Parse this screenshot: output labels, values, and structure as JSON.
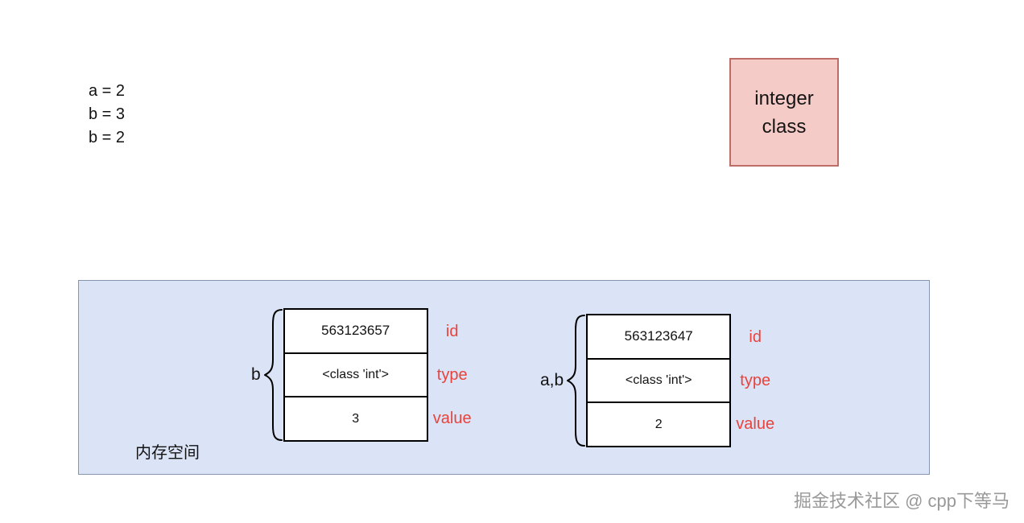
{
  "code": {
    "lines": [
      "a = 2",
      "b = 3",
      "b = 2"
    ]
  },
  "class_box": {
    "line1": "integer",
    "line2": "class"
  },
  "memory": {
    "label": "内存空间",
    "objects": [
      {
        "var": "b",
        "id": "563123657",
        "type": "<class 'int'>",
        "value": "3",
        "field_labels": [
          "id",
          "type",
          "value"
        ]
      },
      {
        "var": "a,b",
        "id": "563123647",
        "type": "<class 'int'>",
        "value": "2",
        "field_labels": [
          "id",
          "type",
          "value"
        ]
      }
    ]
  },
  "watermark": "掘金技术社区 @ cpp下等马",
  "colors": {
    "memory_fill": "#dbe3f7",
    "memory_border": "#8794ad",
    "class_fill": "#f5cbc7",
    "class_border": "#bd6d68",
    "field_label_red": "#e8433c"
  }
}
